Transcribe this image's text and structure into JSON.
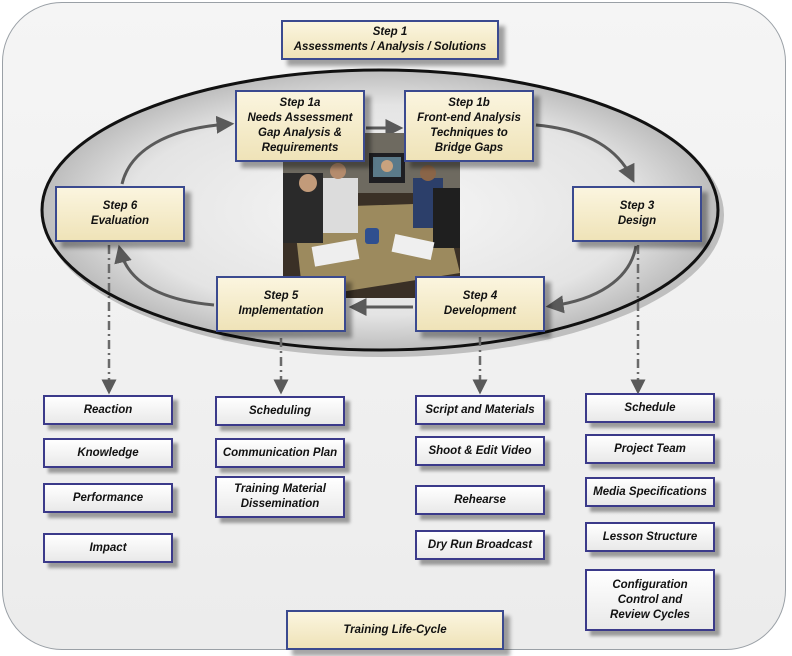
{
  "title": "Training Life-Cycle",
  "header": {
    "step": "Step 1",
    "label": "Assessments / Analysis / Solutions"
  },
  "steps": {
    "s1a": {
      "step": "Step 1a",
      "lines": [
        "Needs Assessment",
        "Gap Analysis &",
        "Requirements"
      ]
    },
    "s1b": {
      "step": "Step 1b",
      "lines": [
        "Front-end Analysis",
        "Techniques to",
        "Bridge Gaps"
      ]
    },
    "s3": {
      "step": "Step 3",
      "lines": [
        "Design"
      ]
    },
    "s4": {
      "step": "Step 4",
      "lines": [
        "Development"
      ]
    },
    "s5": {
      "step": "Step 5",
      "lines": [
        "Implementation"
      ]
    },
    "s6": {
      "step": "Step 6",
      "lines": [
        "Evaluation"
      ]
    }
  },
  "evaluation_items": [
    "Reaction",
    "Knowledge",
    "Performance",
    "Impact"
  ],
  "implementation_items": [
    "Scheduling",
    "Communication Plan",
    "Training Material Dissemination"
  ],
  "development_items": [
    "Script and Materials",
    "Shoot & Edit Video",
    "Rehearse",
    "Dry Run Broadcast"
  ],
  "design_items": [
    "Schedule",
    "Project Team",
    "Media Specifications",
    "Lesson Structure",
    "Configuration Control and Review Cycles"
  ],
  "colors": {
    "box_border": "#3b4a8f",
    "step_fill": "#f3e9c4",
    "arrow": "#5a5a5a",
    "ellipse_rim": "#111111"
  }
}
